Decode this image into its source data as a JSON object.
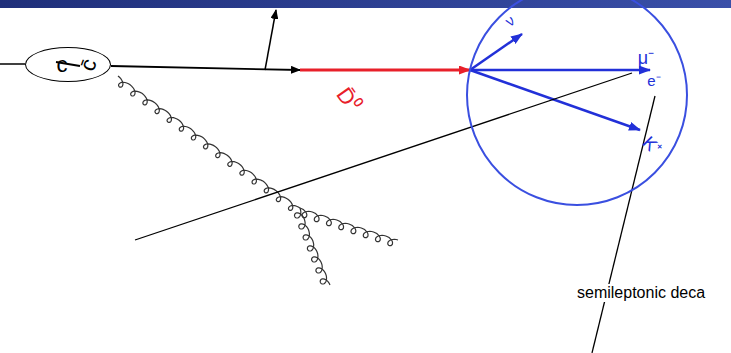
{
  "diagram": {
    "nodes": [
      {
        "text": [
          "c",
          "c̄"
        ]
      },
      {
        "text": [
          "ν",
          "μ⁻",
          "e⁻",
          "K⁺"
        ]
      }
    ],
    "labels": [
      "D̄⁰",
      "semileptonic deca"
    ]
  }
}
